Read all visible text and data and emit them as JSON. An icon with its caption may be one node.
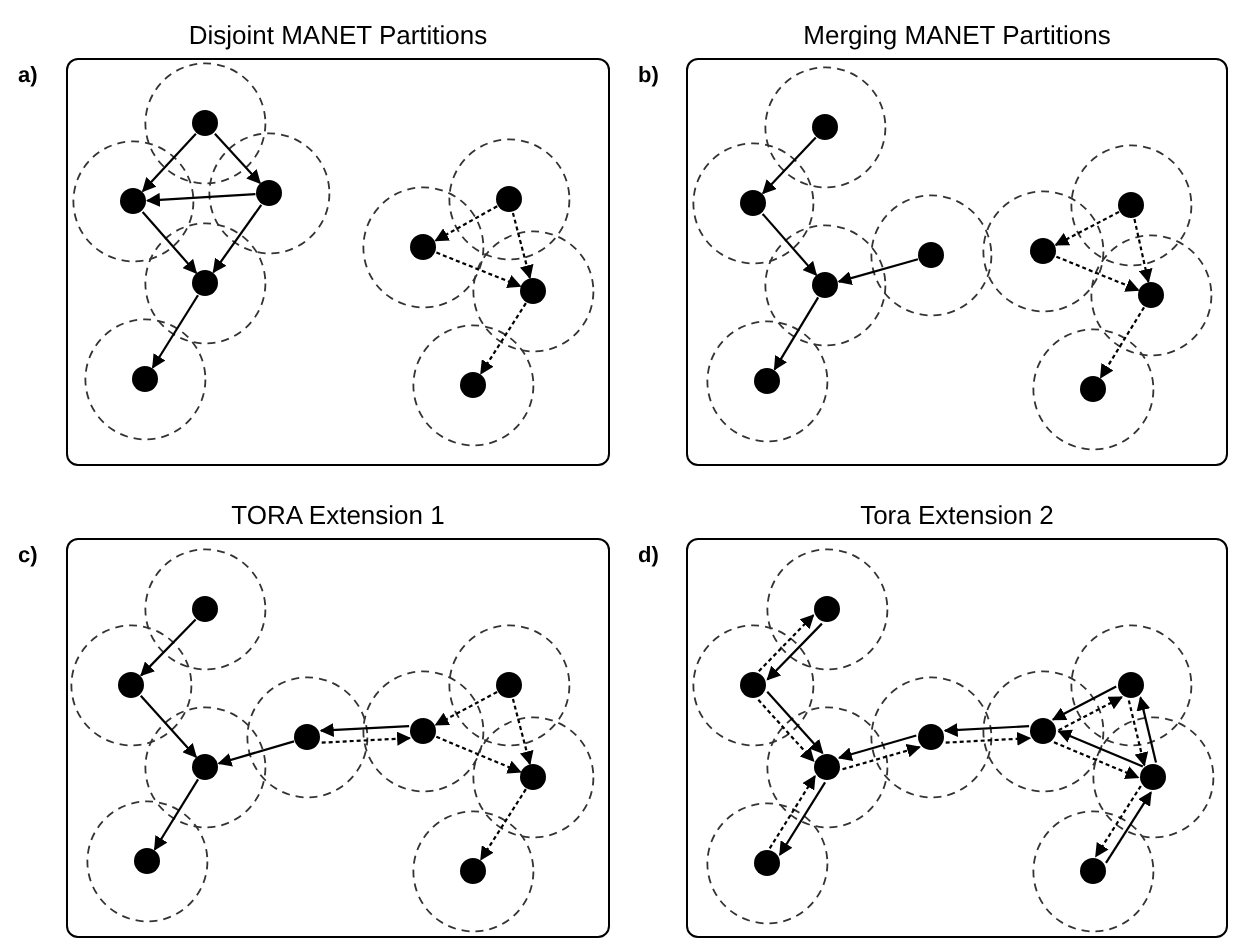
{
  "diagram": {
    "nodes": [
      {
        "text": [
          "Disjoint MANET Partitions",
          "a)"
        ]
      },
      {
        "text": [],
        "shape": "circle",
        "in": 0
      },
      {
        "text": [],
        "shape": "circle",
        "in": 0
      },
      {
        "text": [],
        "shape": "circle",
        "in": 0
      },
      {
        "text": [],
        "shape": "circle",
        "in": 0
      },
      {
        "text": [],
        "shape": "circle",
        "in": 0
      },
      {
        "text": [],
        "shape": "circle",
        "in": 0
      },
      {
        "text": [],
        "shape": "circle",
        "in": 0
      },
      {
        "text": [],
        "shape": "circle",
        "in": 0
      },
      {
        "text": [],
        "shape": "circle",
        "in": 0
      },
      {
        "text": [
          "Merging MANET Partitions",
          "b)"
        ]
      },
      {
        "text": [],
        "shape": "circle",
        "in": 10
      },
      {
        "text": [],
        "shape": "circle",
        "in": 10
      },
      {
        "text": [],
        "shape": "circle",
        "in": 10
      },
      {
        "text": [],
        "shape": "circle",
        "in": 10
      },
      {
        "text": [],
        "shape": "circle",
        "in": 10
      },
      {
        "text": [],
        "shape": "circle",
        "in": 10
      },
      {
        "text": [],
        "shape": "circle",
        "in": 10
      },
      {
        "text": [],
        "shape": "circle",
        "in": 10
      },
      {
        "text": [],
        "shape": "circle",
        "in": 10
      },
      {
        "text": [
          "TORA Extension 1",
          "c)"
        ]
      },
      {
        "text": [],
        "shape": "circle",
        "in": 20
      },
      {
        "text": [],
        "shape": "circle",
        "in": 20
      },
      {
        "text": [],
        "shape": "circle",
        "in": 20
      },
      {
        "text": [],
        "shape": "circle",
        "in": 20
      },
      {
        "text": [],
        "shape": "circle",
        "in": 20
      },
      {
        "text": [],
        "shape": "circle",
        "in": 20
      },
      {
        "text": [],
        "shape": "circle",
        "in": 20
      },
      {
        "text": [],
        "shape": "circle",
        "in": 20
      },
      {
        "text": [],
        "shape": "circle",
        "in": 20
      },
      {
        "text": [
          "Tora Extension 2",
          "d)"
        ]
      },
      {
        "text": [],
        "shape": "circle",
        "in": 30
      },
      {
        "text": [],
        "shape": "circle",
        "in": 30
      },
      {
        "text": [],
        "shape": "circle",
        "in": 30
      },
      {
        "text": [],
        "shape": "circle",
        "in": 30
      },
      {
        "text": [],
        "shape": "circle",
        "in": 30
      },
      {
        "text": [],
        "shape": "circle",
        "in": 30
      },
      {
        "text": [],
        "shape": "circle",
        "in": 30
      },
      {
        "text": [],
        "shape": "circle",
        "in": 30
      },
      {
        "text": [],
        "shape": "circle",
        "in": 30
      }
    ],
    "edges": [
      {
        "from": 1,
        "to": 2,
        "arrow": "to"
      },
      {
        "from": 1,
        "to": 3,
        "arrow": "to"
      },
      {
        "from": 3,
        "to": 2,
        "arrow": "to"
      },
      {
        "from": 2,
        "to": 4,
        "arrow": "to"
      },
      {
        "from": 3,
        "to": 4,
        "arrow": "to"
      },
      {
        "from": 4,
        "to": 5,
        "arrow": "to"
      },
      {
        "from": 6,
        "to": 7,
        "arrow": "to",
        "style": "dashed"
      },
      {
        "from": 6,
        "to": 8,
        "arrow": "to",
        "style": "dashed"
      },
      {
        "from": 7,
        "to": 8,
        "arrow": "to",
        "style": "dashed"
      },
      {
        "from": 8,
        "to": 9,
        "arrow": "to",
        "style": "dashed"
      },
      {
        "from": 11,
        "to": 12,
        "arrow": "to"
      },
      {
        "from": 12,
        "to": 13,
        "arrow": "to"
      },
      {
        "from": 15,
        "to": 13,
        "arrow": "to"
      },
      {
        "from": 13,
        "to": 14,
        "arrow": "to"
      },
      {
        "from": 17,
        "to": 16,
        "arrow": "to",
        "style": "dashed"
      },
      {
        "from": 17,
        "to": 18,
        "arrow": "to",
        "style": "dashed"
      },
      {
        "from": 16,
        "to": 18,
        "arrow": "to",
        "style": "dashed"
      },
      {
        "from": 18,
        "to": 19,
        "arrow": "to",
        "style": "dashed"
      },
      {
        "from": 21,
        "to": 22,
        "arrow": "to"
      },
      {
        "from": 22,
        "to": 23,
        "arrow": "to"
      },
      {
        "from": 25,
        "to": 23,
        "arrow": "to"
      },
      {
        "from": 23,
        "to": 24,
        "arrow": "to"
      },
      {
        "from": 26,
        "to": 25,
        "arrow": "to"
      },
      {
        "from": 25,
        "to": 26,
        "arrow": "to",
        "style": "dashed"
      },
      {
        "from": 27,
        "to": 26,
        "arrow": "to",
        "style": "dashed"
      },
      {
        "from": 27,
        "to": 28,
        "arrow": "to",
        "style": "dashed"
      },
      {
        "from": 26,
        "to": 28,
        "arrow": "to",
        "style": "dashed"
      },
      {
        "from": 28,
        "to": 29,
        "arrow": "to",
        "style": "dashed"
      },
      {
        "from": 31,
        "to": 32,
        "arrow": "to"
      },
      {
        "from": 32,
        "to": 33,
        "arrow": "to"
      },
      {
        "from": 35,
        "to": 33,
        "arrow": "to"
      },
      {
        "from": 33,
        "to": 34,
        "arrow": "to"
      },
      {
        "from": 36,
        "to": 35,
        "arrow": "to"
      },
      {
        "from": 37,
        "to": 36,
        "arrow": "to"
      },
      {
        "from": 38,
        "to": 36,
        "arrow": "to"
      },
      {
        "from": 38,
        "to": 37,
        "arrow": "to"
      },
      {
        "from": 39,
        "to": 38,
        "arrow": "to"
      },
      {
        "from": 32,
        "to": 31,
        "arrow": "to",
        "style": "dashed"
      },
      {
        "from": 32,
        "to": 33,
        "arrow": "to",
        "style": "dashed"
      },
      {
        "from": 33,
        "to": 35,
        "arrow": "to",
        "style": "dashed"
      },
      {
        "from": 34,
        "to": 33,
        "arrow": "to",
        "style": "dashed"
      },
      {
        "from": 35,
        "to": 36,
        "arrow": "to",
        "style": "dashed"
      },
      {
        "from": 36,
        "to": 37,
        "arrow": "to",
        "style": "dashed"
      },
      {
        "from": 36,
        "to": 38,
        "arrow": "to",
        "style": "dashed"
      },
      {
        "from": 37,
        "to": 38,
        "arrow": "to",
        "style": "dashed"
      },
      {
        "from": 38,
        "to": 39,
        "arrow": "to",
        "style": "dashed"
      }
    ]
  }
}
